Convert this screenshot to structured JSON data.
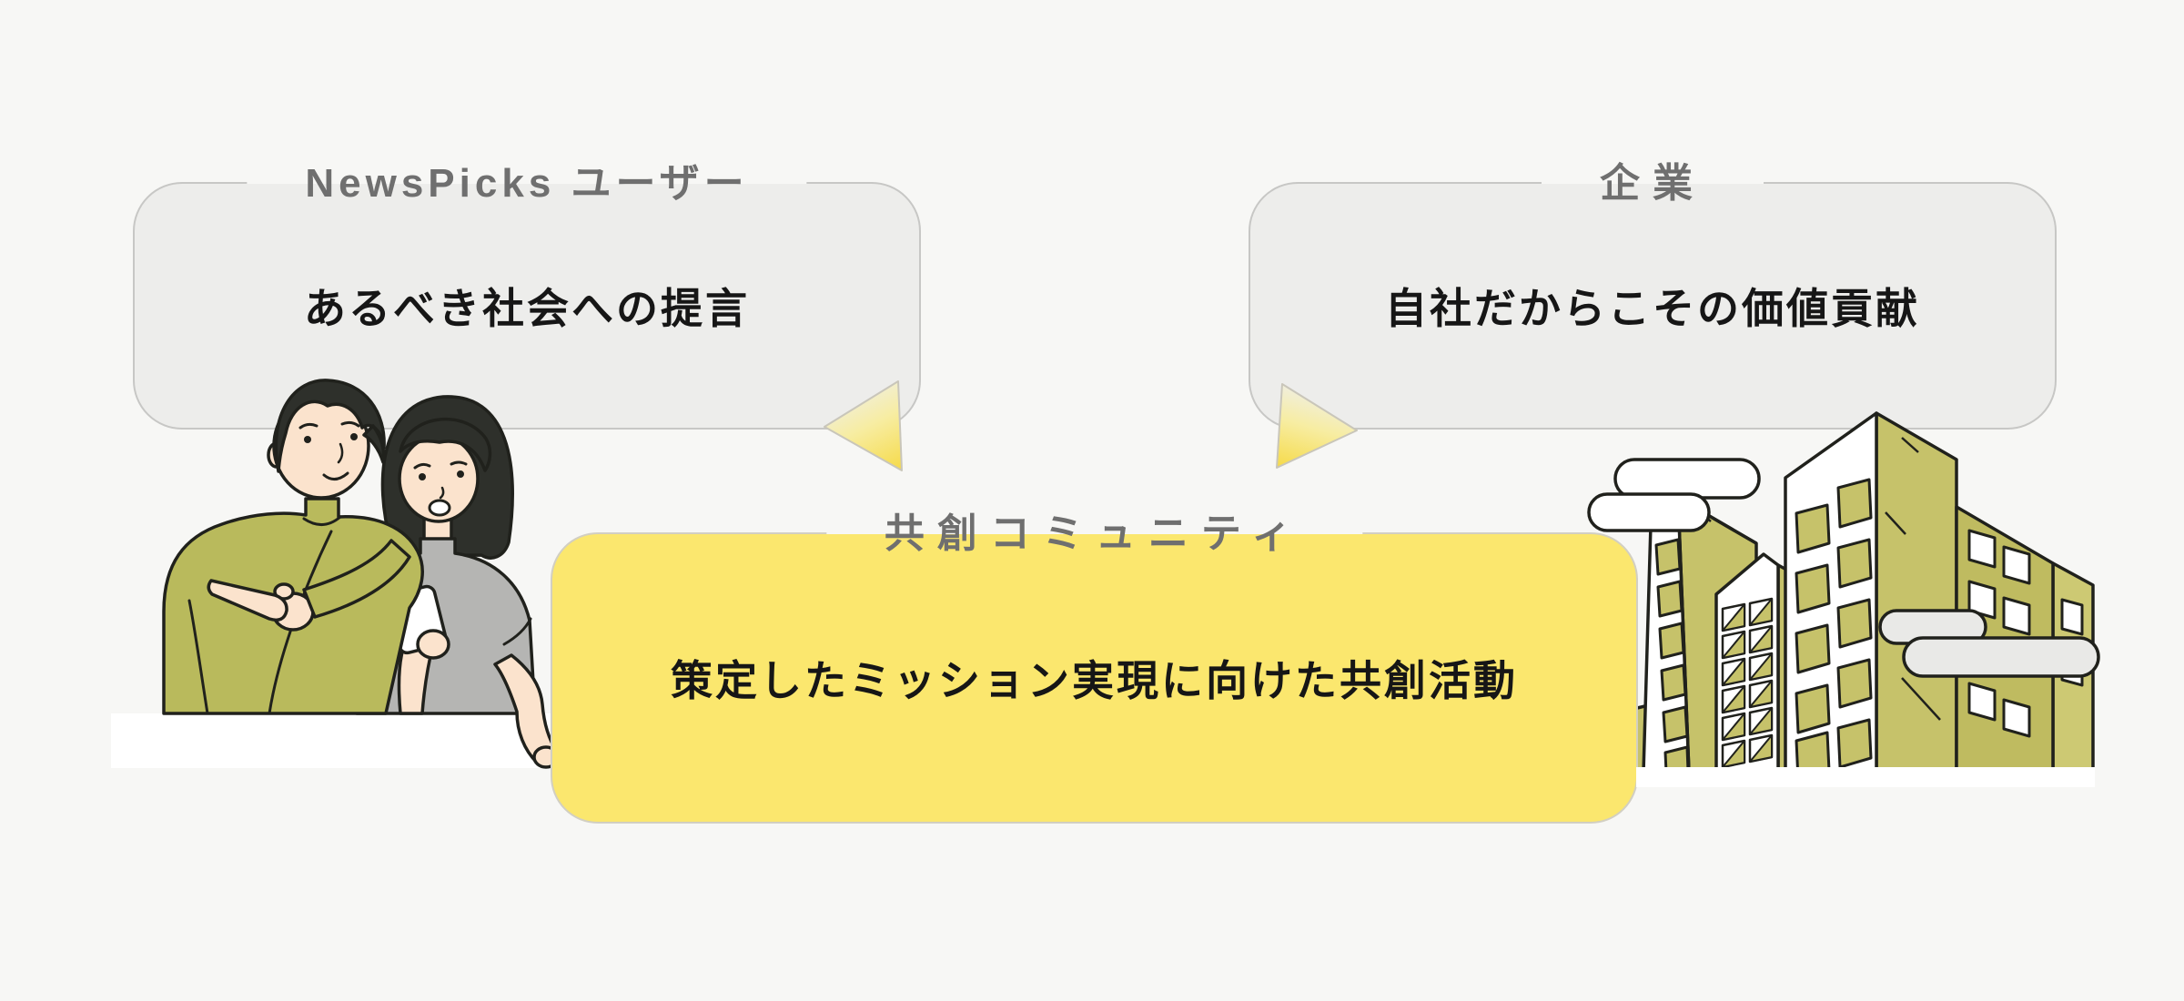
{
  "page": {
    "background": "#f7f7f5"
  },
  "cards": {
    "users": {
      "title": "NewsPicks ユーザー",
      "body": "あるべき社会への提言"
    },
    "company": {
      "title": "企業",
      "body": "自社だからこその価値貢献"
    },
    "community": {
      "title": "共創コミュニティ",
      "body": "策定したミッション実現に向けた共創活動"
    }
  },
  "colors": {
    "card_fill": "#ededeb",
    "card_border": "#c7c7c5",
    "accent_yellow": "#fbe76e",
    "tail_yellow": "#f6da48",
    "title_gray": "#6f6f6f",
    "body_text": "#161616",
    "olive": "#c6c26a"
  },
  "illustrations": {
    "people": "two-newspicks-users-with-smartphone",
    "buildings": "company-office-buildings-with-clouds"
  }
}
